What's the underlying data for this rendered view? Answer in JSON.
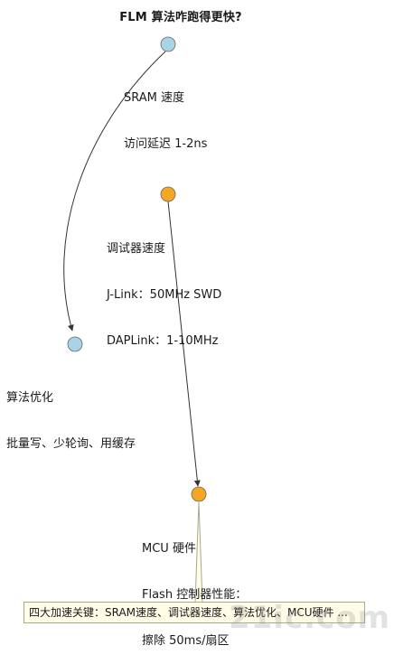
{
  "title": "FLM 算法咋跑得更快?",
  "colors": {
    "blue_node": "#a9d3e6",
    "orange_node": "#f5a623",
    "edge": "#333333",
    "callout_bg": "#fffde8"
  },
  "nodes": [
    {
      "id": "sram",
      "label_line1": "SRAM 速度",
      "label_line2": "访问延迟 1-2ns"
    },
    {
      "id": "debugger",
      "label_line1": "调试器速度",
      "label_line2": "J-Link：50MHz SWD",
      "label_line3": "DAPLink：1-10MHz"
    },
    {
      "id": "algo",
      "label_line1": "算法优化",
      "label_line2": "批量写、少轮询、用缓存"
    },
    {
      "id": "mcu",
      "label_line1": "MCU 硬件",
      "label_line2": "Flash 控制器性能：",
      "label_line3": "擦除 50ms/扇区"
    }
  ],
  "callout": "四大加速关键：SRAM速度、调试器速度、算法优化、MCU硬件 ...",
  "watermark": "21ic.com"
}
